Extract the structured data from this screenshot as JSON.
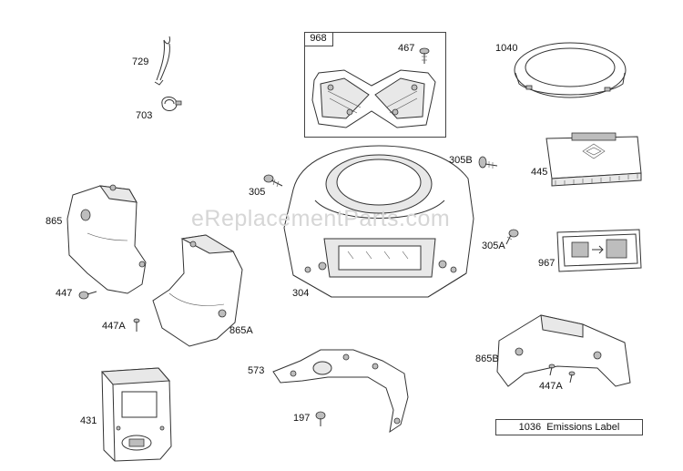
{
  "watermark": "eReplacementParts.com",
  "parts": [
    {
      "id": "729",
      "label": "729"
    },
    {
      "id": "703",
      "label": "703"
    },
    {
      "id": "968",
      "label": "968"
    },
    {
      "id": "467",
      "label": "467"
    },
    {
      "id": "1040",
      "label": "1040"
    },
    {
      "id": "305B",
      "label": "305B"
    },
    {
      "id": "445",
      "label": "445"
    },
    {
      "id": "305",
      "label": "305"
    },
    {
      "id": "865",
      "label": "865"
    },
    {
      "id": "305A",
      "label": "305A"
    },
    {
      "id": "967",
      "label": "967"
    },
    {
      "id": "447",
      "label": "447"
    },
    {
      "id": "304",
      "label": "304"
    },
    {
      "id": "447A",
      "label": "447A"
    },
    {
      "id": "865A",
      "label": "865A"
    },
    {
      "id": "573",
      "label": "573"
    },
    {
      "id": "865B",
      "label": "865B"
    },
    {
      "id": "447A_2",
      "label": "447A"
    },
    {
      "id": "431",
      "label": "431"
    },
    {
      "id": "197",
      "label": "197"
    }
  ],
  "emissions_label": {
    "number": "1036",
    "text": "Emissions Label"
  }
}
